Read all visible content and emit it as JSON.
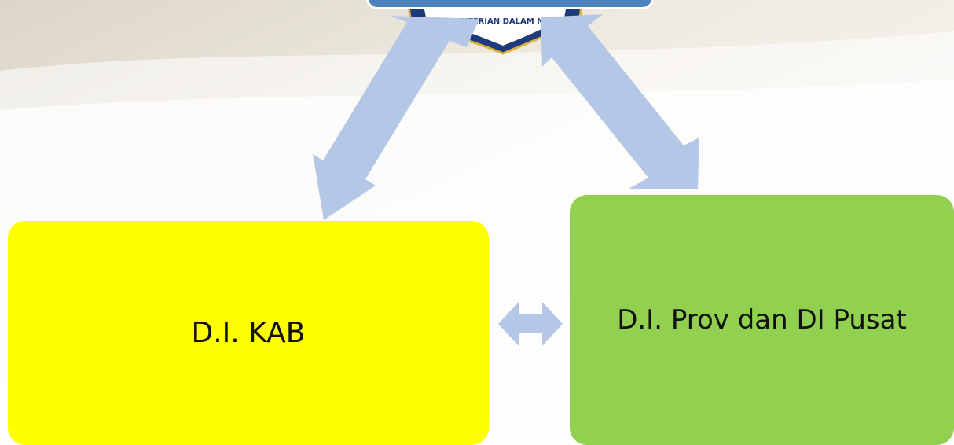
{
  "diagram": {
    "nodes": {
      "left": {
        "label": "D.I. KAB",
        "color": "#ffff00"
      },
      "right": {
        "label": "D.I. Prov dan DI Pusat",
        "color": "#92d050"
      },
      "top": {
        "label": "",
        "color": "#4f81bd"
      }
    },
    "emblem": {
      "text": "KEMENTERIAN DALAM NEGERI"
    },
    "arrow_color": "#b4c7e7"
  }
}
